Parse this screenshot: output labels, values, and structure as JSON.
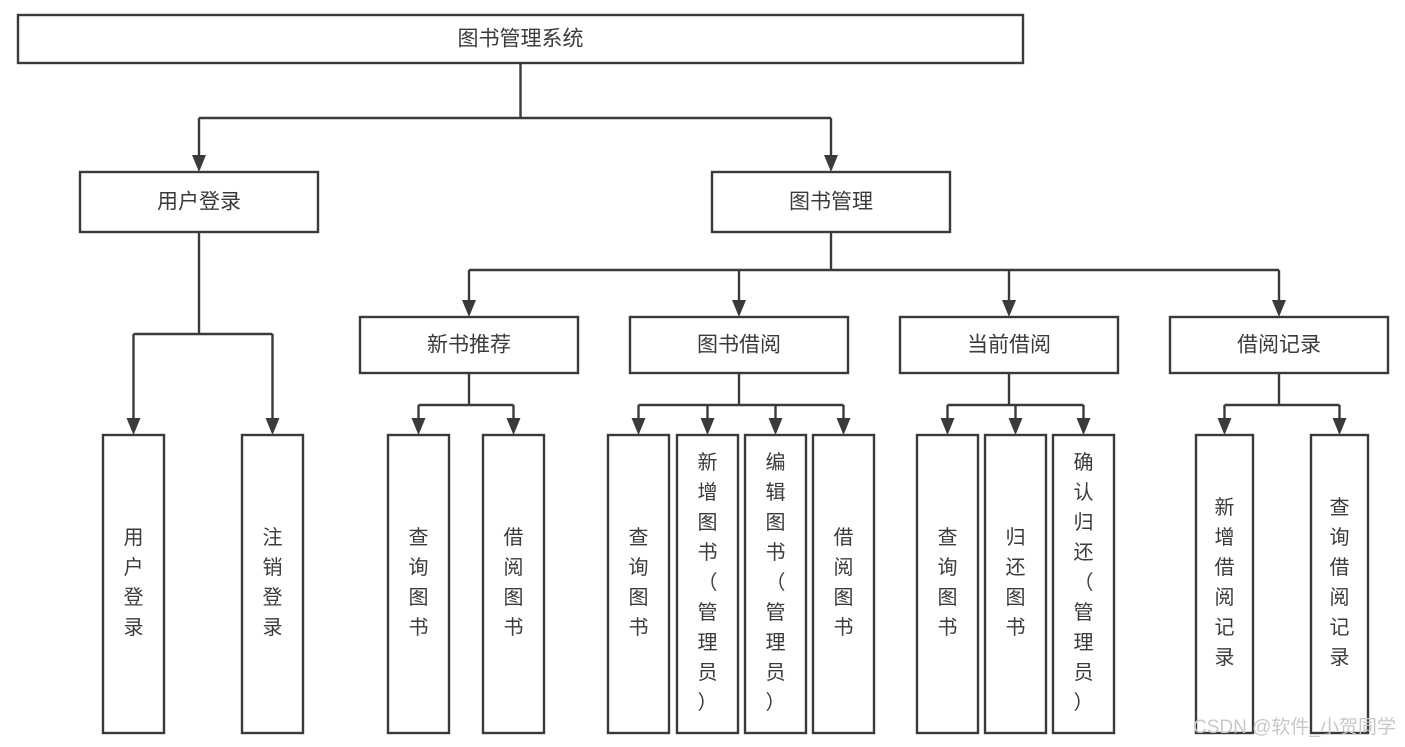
{
  "diagram": {
    "type": "tree-hierarchy",
    "title": "图书管理系统",
    "orientation": "top-down",
    "colors": {
      "stroke": "#3a3a3a",
      "box_fill": "#ffffff",
      "text": "#3b3b3b",
      "background": "#ffffff",
      "watermark": "#c8c8c8"
    },
    "root": {
      "id": "root",
      "label": "图书管理系统",
      "text_orientation": "horizontal"
    },
    "level1": [
      {
        "id": "user-login",
        "label": "用户登录",
        "text_orientation": "horizontal",
        "children": [
          {
            "id": "user-login-do",
            "label": "用户登录",
            "text_orientation": "vertical"
          },
          {
            "id": "user-logout",
            "label": "注销登录",
            "text_orientation": "vertical"
          }
        ]
      },
      {
        "id": "book-management",
        "label": "图书管理",
        "text_orientation": "horizontal",
        "children": [
          {
            "id": "new-book-recommend",
            "label": "新书推荐",
            "text_orientation": "horizontal",
            "children": [
              {
                "id": "recommend-query-book",
                "label": "查询图书",
                "text_orientation": "vertical"
              },
              {
                "id": "recommend-borrow-book",
                "label": "借阅图书",
                "text_orientation": "vertical"
              }
            ]
          },
          {
            "id": "book-borrow",
            "label": "图书借阅",
            "text_orientation": "horizontal",
            "children": [
              {
                "id": "borrow-query-book",
                "label": "查询图书",
                "text_orientation": "vertical"
              },
              {
                "id": "borrow-add-book",
                "label": "新增图书（管理员）",
                "text_orientation": "vertical"
              },
              {
                "id": "borrow-edit-book",
                "label": "编辑图书（管理员）",
                "text_orientation": "vertical"
              },
              {
                "id": "borrow-borrow-book",
                "label": "借阅图书",
                "text_orientation": "vertical"
              }
            ]
          },
          {
            "id": "current-borrow",
            "label": "当前借阅",
            "text_orientation": "horizontal",
            "children": [
              {
                "id": "current-query-book",
                "label": "查询图书",
                "text_orientation": "vertical"
              },
              {
                "id": "current-return-book",
                "label": "归还图书",
                "text_orientation": "vertical"
              },
              {
                "id": "current-confirm-return",
                "label": "确认归还（管理员）",
                "text_orientation": "vertical"
              }
            ]
          },
          {
            "id": "borrow-record",
            "label": "借阅记录",
            "text_orientation": "horizontal",
            "children": [
              {
                "id": "record-add",
                "label": "新增借阅记录",
                "text_orientation": "vertical"
              },
              {
                "id": "record-query",
                "label": "查询借阅记录",
                "text_orientation": "vertical"
              }
            ]
          }
        ]
      }
    ]
  },
  "watermark": {
    "text": "CSDN @软件_小贺同学"
  }
}
